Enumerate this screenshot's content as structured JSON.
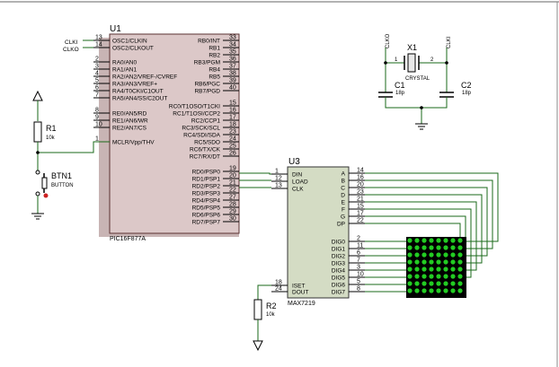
{
  "colors": {
    "chip_fill": "#dcc8c8",
    "chip_shadow": "#c8b4b4",
    "u3_fill": "#d4dcc4",
    "wire": "#1a6a1a",
    "led": "#22cc22",
    "matrix_bg": "#000000",
    "btn_dot": "#cc2222"
  },
  "u1": {
    "ref": "U1",
    "part": "PIC16F877A",
    "left_pins": [
      {
        "num": "13",
        "label": "OSC1/CLKIN"
      },
      {
        "num": "14",
        "label": "OSC2/CLKOUT"
      },
      {
        "num": "2",
        "label": "RA0/AN0"
      },
      {
        "num": "3",
        "label": "RA1/AN1"
      },
      {
        "num": "4",
        "label": "RA2/AN2/VREF-/CVREF"
      },
      {
        "num": "5",
        "label": "RA3/AN3/VREF+"
      },
      {
        "num": "6",
        "label": "RA4/T0CKI/C1OUT"
      },
      {
        "num": "7",
        "label": "RA5/AN4/SS/C2OUT"
      },
      {
        "num": "8",
        "label": "RE0/AN5/RD"
      },
      {
        "num": "9",
        "label": "RE1/AN6/WR"
      },
      {
        "num": "10",
        "label": "RE2/AN7/CS"
      },
      {
        "num": "1",
        "label": "MCLR/Vpp/THV"
      }
    ],
    "right_pins": [
      {
        "num": "33",
        "label": "RB0/INT"
      },
      {
        "num": "34",
        "label": "RB1"
      },
      {
        "num": "35",
        "label": "RB2"
      },
      {
        "num": "36",
        "label": "RB3/PGM"
      },
      {
        "num": "37",
        "label": "RB4"
      },
      {
        "num": "38",
        "label": "RB5"
      },
      {
        "num": "39",
        "label": "RB6/PGC"
      },
      {
        "num": "40",
        "label": "RB7/PGD"
      },
      {
        "num": "15",
        "label": "RC0/T1OSO/T1CKI"
      },
      {
        "num": "16",
        "label": "RC1/T1OSI/CCP2"
      },
      {
        "num": "17",
        "label": "RC2/CCP1"
      },
      {
        "num": "18",
        "label": "RC3/SCK/SCL"
      },
      {
        "num": "23",
        "label": "RC4/SDI/SDA"
      },
      {
        "num": "24",
        "label": "RC5/SDO"
      },
      {
        "num": "25",
        "label": "RC6/TX/CK"
      },
      {
        "num": "26",
        "label": "RC7/RX/DT"
      },
      {
        "num": "19",
        "label": "RD0/PSP0"
      },
      {
        "num": "20",
        "label": "RD1/PSP1"
      },
      {
        "num": "21",
        "label": "RD2/PSP2"
      },
      {
        "num": "22",
        "label": "RD3/PSP3"
      },
      {
        "num": "27",
        "label": "RD4/PSP4"
      },
      {
        "num": "28",
        "label": "RD5/PSP5"
      },
      {
        "num": "29",
        "label": "RD6/PSP6"
      },
      {
        "num": "30",
        "label": "RD7/PSP7"
      }
    ],
    "clk_labels": [
      "CLKI",
      "CLKO"
    ]
  },
  "u3": {
    "ref": "U3",
    "part": "MAX7219",
    "left_pins": [
      {
        "num": "1",
        "label": "DIN"
      },
      {
        "num": "12",
        "label": "LOAD"
      },
      {
        "num": "13",
        "label": "CLK"
      },
      {
        "num": "18",
        "label": "ISET"
      },
      {
        "num": "24",
        "label": "DOUT"
      }
    ],
    "seg_pins": [
      {
        "num": "14",
        "label": "A"
      },
      {
        "num": "16",
        "label": "B"
      },
      {
        "num": "20",
        "label": "C"
      },
      {
        "num": "23",
        "label": "D"
      },
      {
        "num": "21",
        "label": "E"
      },
      {
        "num": "15",
        "label": "F"
      },
      {
        "num": "17",
        "label": "G"
      },
      {
        "num": "22",
        "label": "DP"
      }
    ],
    "dig_pins": [
      {
        "num": "2",
        "label": "DIG0"
      },
      {
        "num": "11",
        "label": "DIG1"
      },
      {
        "num": "6",
        "label": "DIG2"
      },
      {
        "num": "7",
        "label": "DIG3"
      },
      {
        "num": "3",
        "label": "DIG4"
      },
      {
        "num": "10",
        "label": "DIG5"
      },
      {
        "num": "5",
        "label": "DIG6"
      },
      {
        "num": "8",
        "label": "DIG7"
      }
    ]
  },
  "x1": {
    "ref": "X1",
    "part": "CRYSTAL",
    "pin1": "1",
    "pin2": "2",
    "left_net": "CLKO",
    "right_net": "CLKI"
  },
  "c1": {
    "ref": "C1",
    "value": "18p"
  },
  "c2": {
    "ref": "C2",
    "value": "18p"
  },
  "r1": {
    "ref": "R1",
    "value": "10k"
  },
  "r2": {
    "ref": "R2",
    "value": "10k"
  },
  "btn1": {
    "ref": "BTN1",
    "part": "BUTTON"
  },
  "matrix": {
    "rows": 8,
    "cols": 8
  }
}
